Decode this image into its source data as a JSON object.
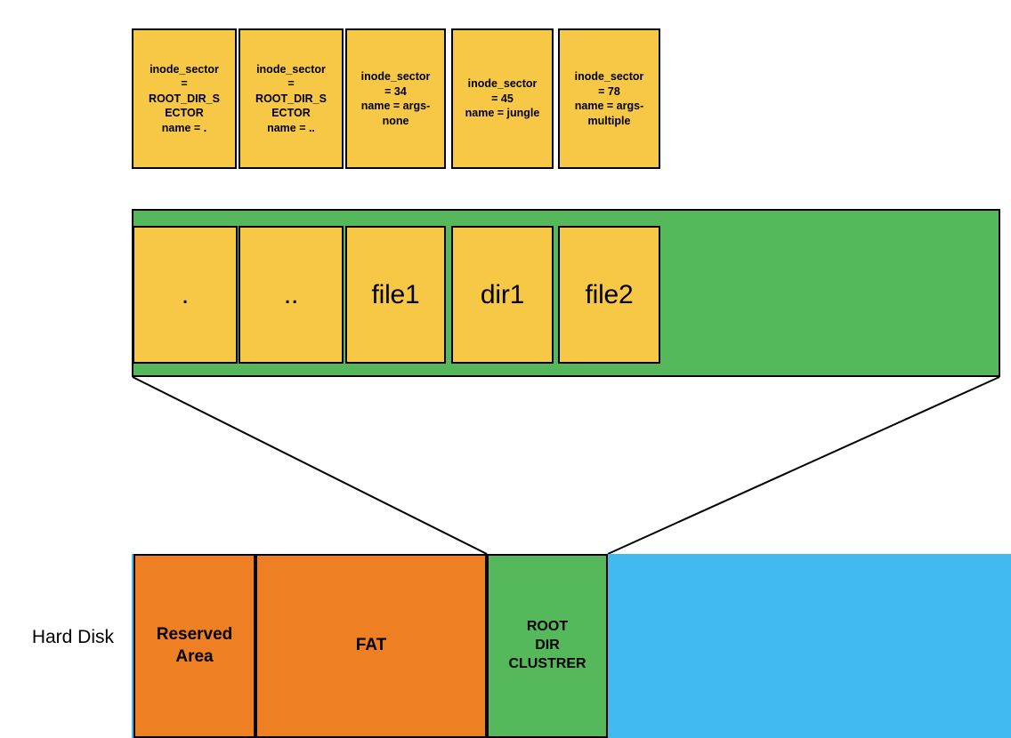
{
  "diagram": {
    "title_label": "Hard Disk",
    "colors": {
      "yellow": "#F6C846",
      "green": "#55B85A",
      "orange": "#EE7F22",
      "blue": "#42B9F1",
      "stroke": "#000000"
    }
  },
  "inode_entries": [
    {
      "name": "inode-entry-dot",
      "text": "inode_sector\n=\nROOT_DIR_S\nECTOR\nname = ."
    },
    {
      "name": "inode-entry-dotdot",
      "text": "inode_sector\n=\nROOT_DIR_S\nECTOR\nname = .."
    },
    {
      "name": "inode-entry-file1",
      "text": "inode_sector\n= 34\nname = args-\nnone"
    },
    {
      "name": "inode-entry-dir1",
      "text": "inode_sector\n= 45\nname = jungle"
    },
    {
      "name": "inode-entry-file2",
      "text": "inode_sector\n= 78\nname = args-\nmultiple"
    }
  ],
  "directory_entries": [
    {
      "name": "dirent-dot",
      "label": "."
    },
    {
      "name": "dirent-dotdot",
      "label": ".."
    },
    {
      "name": "dirent-file1",
      "label": "file1"
    },
    {
      "name": "dirent-dir1",
      "label": "dir1"
    },
    {
      "name": "dirent-file2",
      "label": "file2"
    }
  ],
  "disk_segments": [
    {
      "name": "disk-segment-reserved-area",
      "label": "Reserved\nArea"
    },
    {
      "name": "disk-segment-fat",
      "label": "FAT"
    },
    {
      "name": "disk-segment-root-dir",
      "label": "ROOT\nDIR\nCLUSTRER"
    }
  ]
}
